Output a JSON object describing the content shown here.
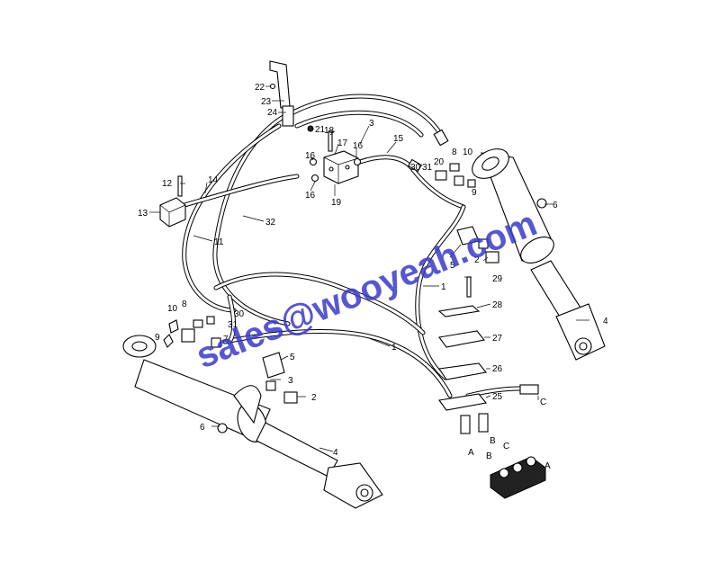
{
  "diagram": {
    "watermark": "sales@wooyeah.com",
    "labels": {
      "l22": "22",
      "l23": "23",
      "l24": "24",
      "l21": "21",
      "l18": "18",
      "l17": "17",
      "l3": "3",
      "l15": "15",
      "l16a": "16",
      "l16b": "16",
      "l16c": "16",
      "l19": "19",
      "l8a": "8",
      "l10a": "10",
      "l20": "20",
      "l30a": "30",
      "l31a": "31",
      "l9a": "9",
      "l6a": "6",
      "l12": "12",
      "l14": "14",
      "l13": "13",
      "l32": "32",
      "l11": "11",
      "l5a": "5",
      "l2a": "2",
      "l29": "29",
      "l1a": "1",
      "l28": "28",
      "l4a": "4",
      "l10b": "10",
      "l8b": "8",
      "l30b": "30",
      "l31b": "31",
      "l9b": "9",
      "l7": "7",
      "l27": "27",
      "l1b": "1",
      "l5b": "5",
      "l26": "26",
      "l3b": "3",
      "l2b": "2",
      "l25": "25",
      "lCa": "C",
      "l6b": "6",
      "l4b": "4",
      "lA1": "A",
      "lB1": "B",
      "lB2": "B",
      "lC2": "C",
      "lA2": "A"
    }
  }
}
